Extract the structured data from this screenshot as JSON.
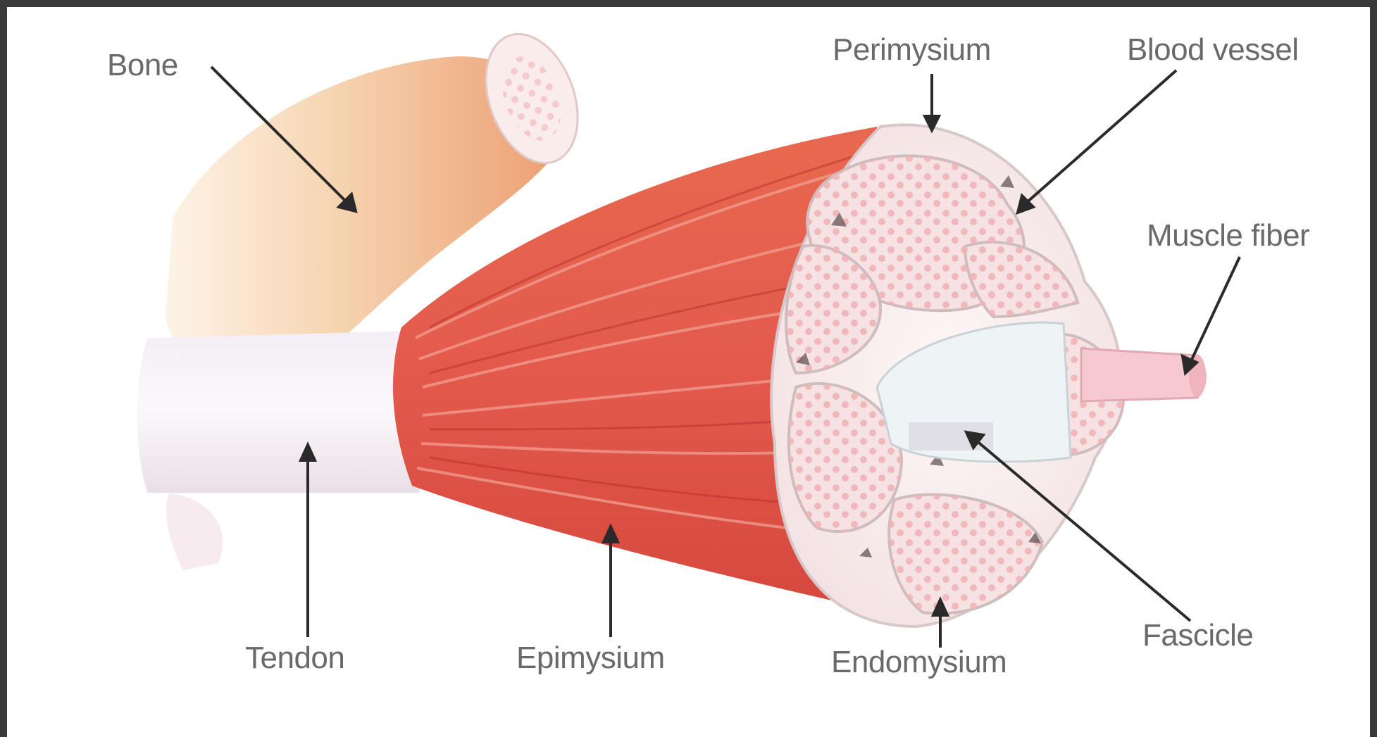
{
  "diagram": {
    "labels": {
      "bone": "Bone",
      "perimysium": "Perimysium",
      "blood_vessel": "Blood vessel",
      "muscle_fiber": "Muscle fiber",
      "tendon": "Tendon",
      "epimysium": "Epimysium",
      "endomysium": "Endomysium",
      "fascicle": "Fascicle"
    },
    "colors": {
      "muscle": "#e2564a",
      "muscle_dark": "#c9382f",
      "bone": "#f2c9a0",
      "tendon": "#efe6ee",
      "fascicle_fill": "#f7e3e3",
      "fiber_dot": "#f0b6b8",
      "pointer": "#2a2a2a",
      "label": "#6a6a6a"
    }
  }
}
